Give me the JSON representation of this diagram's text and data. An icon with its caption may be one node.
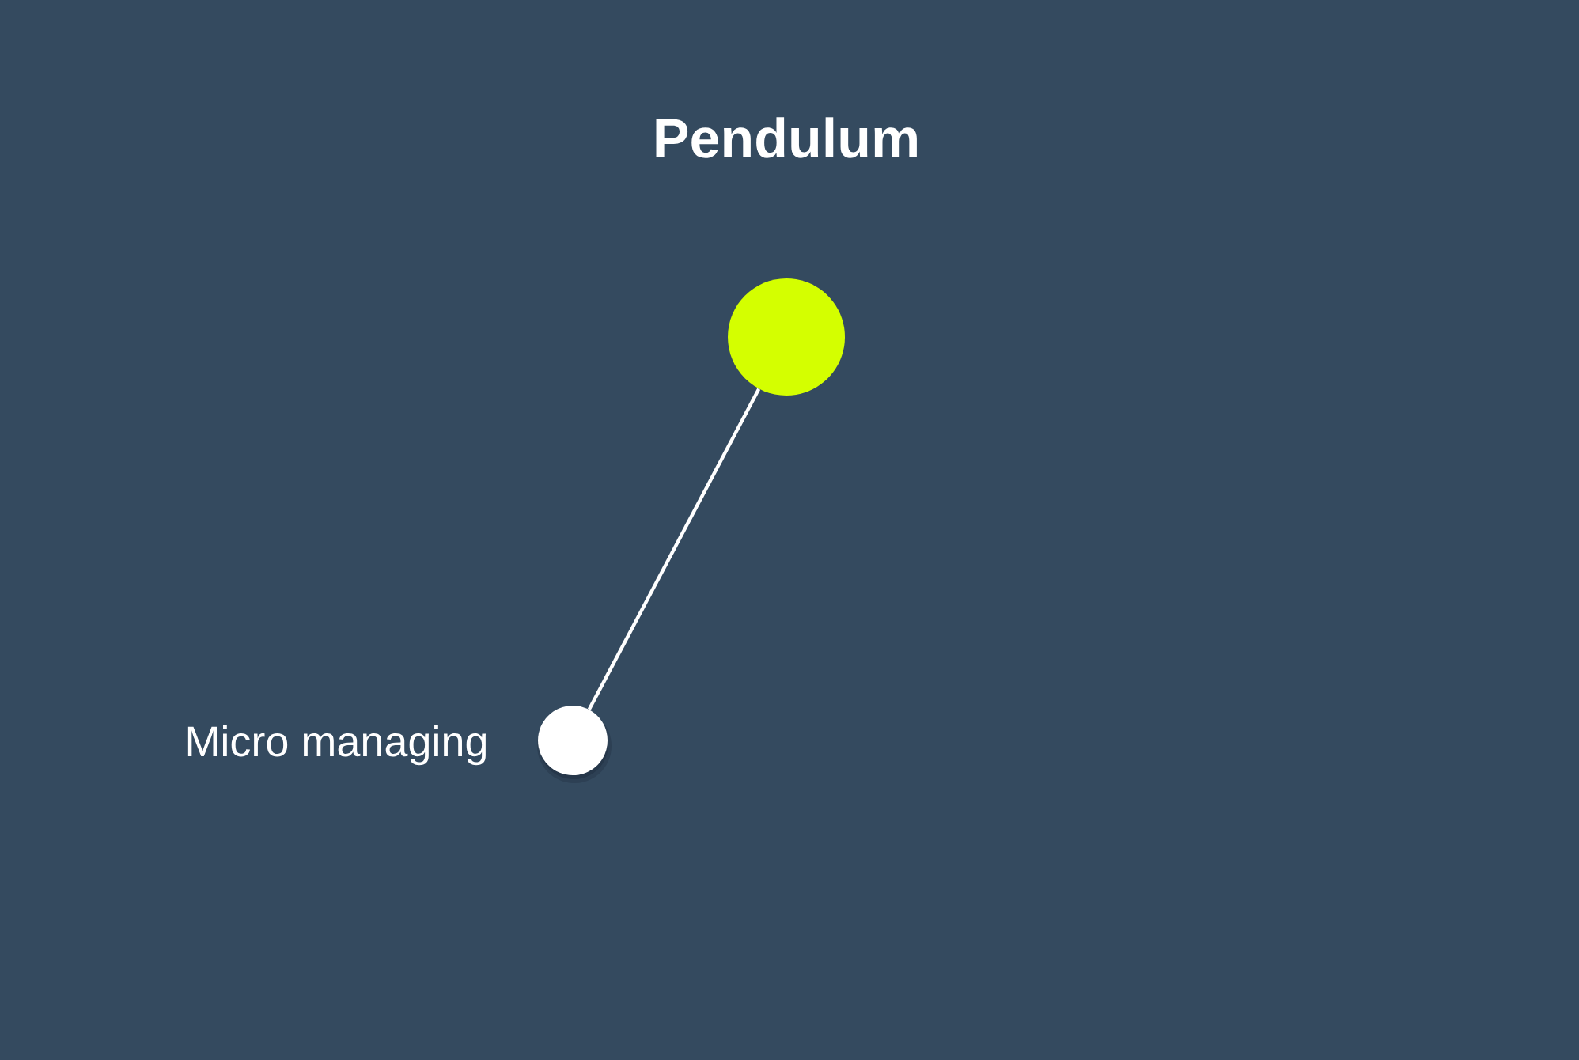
{
  "diagram": {
    "title": "Pendulum",
    "nodes": [
      {
        "text": [],
        "shape": "circle"
      },
      {
        "text": [],
        "shape": "circle",
        "beside": [
          "Micro managing"
        ]
      }
    ],
    "edges": [
      {
        "from": 0,
        "to": 1,
        "arrow": "none"
      }
    ]
  }
}
